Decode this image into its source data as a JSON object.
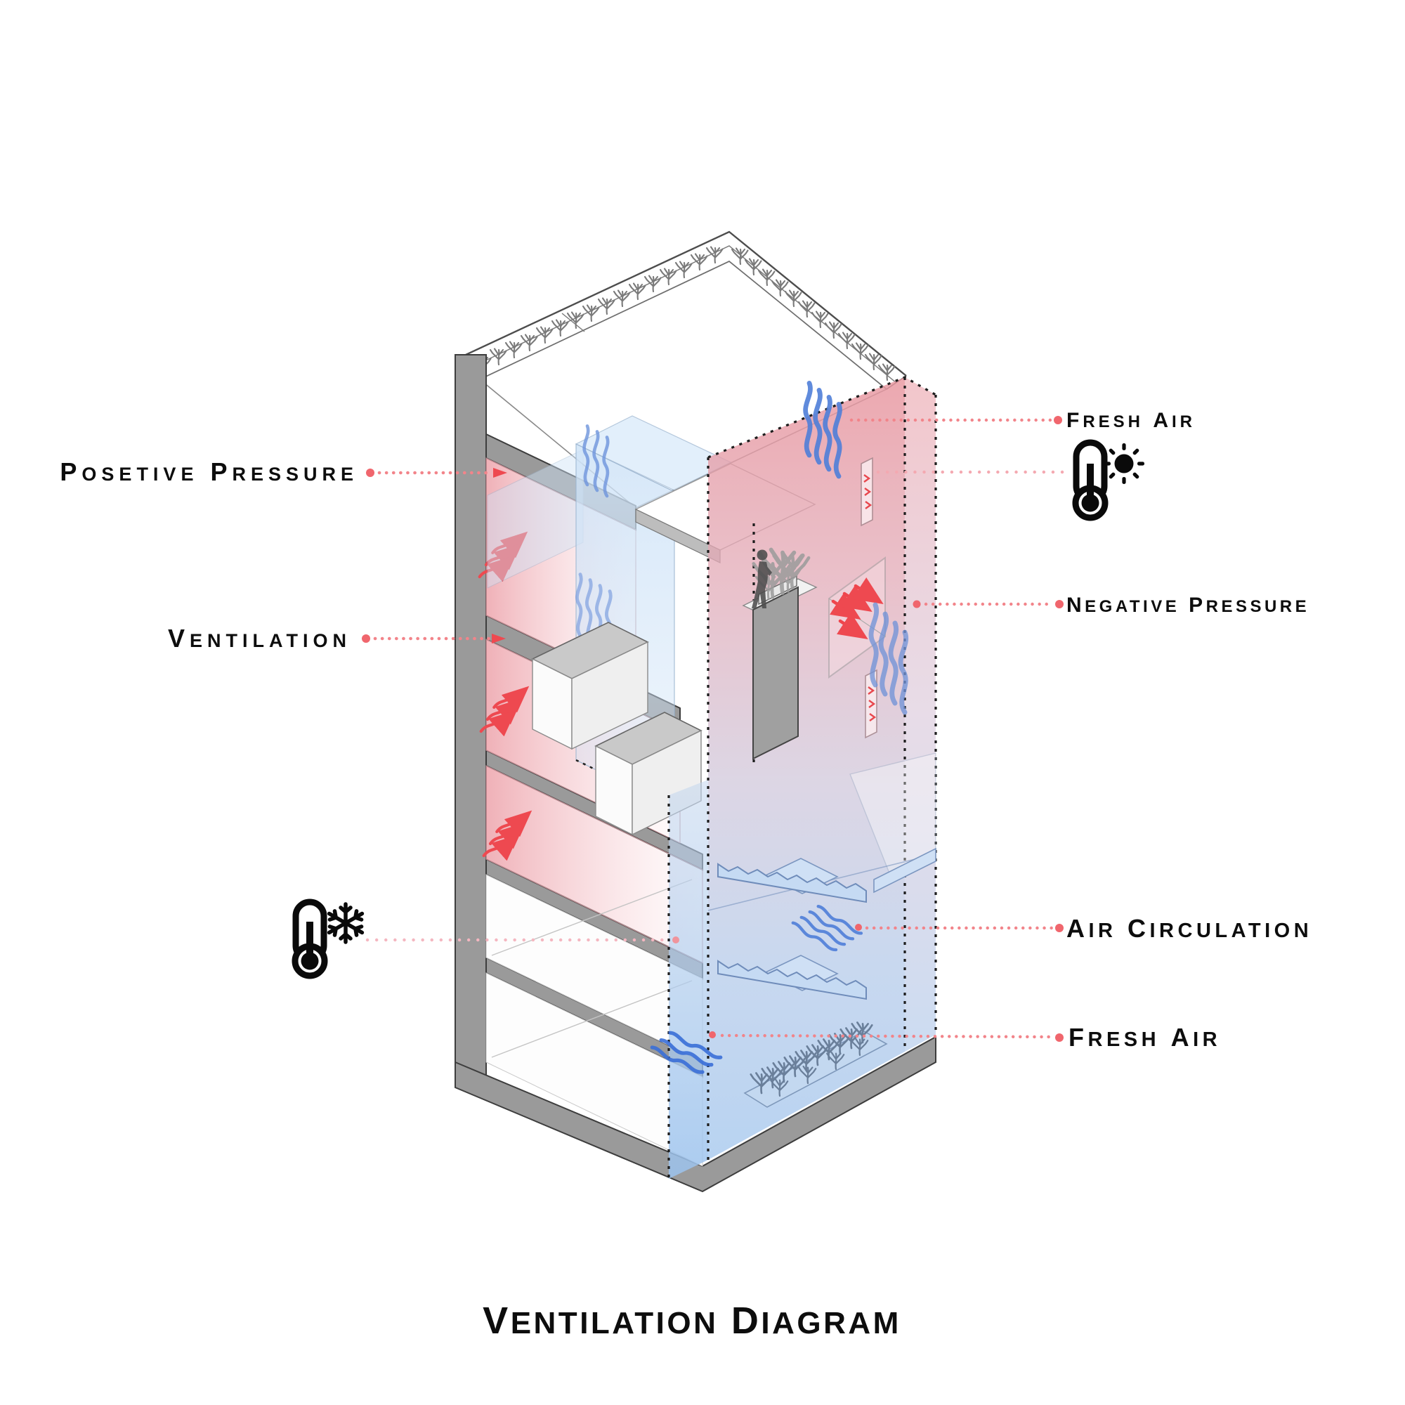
{
  "title": "Ventilation Diagram",
  "labels": {
    "positive_pressure": "Posetive Pressure",
    "ventilation": "Ventilation",
    "fresh_air_top": "Fresh Air",
    "negative_pressure": "Negative Pressure",
    "air_circulation": "Air Circulation",
    "fresh_air_bottom": "Fresh Air"
  },
  "icons": {
    "warm_indicator": "thermometer-sun-icon",
    "cold_indicator": "thermometer-snowflake-icon"
  },
  "annotations": [
    {
      "label_key": "positive_pressure",
      "side": "left",
      "connector": "dotted-arrow"
    },
    {
      "label_key": "ventilation",
      "side": "left",
      "connector": "dotted-arrow"
    },
    {
      "label_key": "fresh_air_top",
      "side": "right",
      "connector": "dotted"
    },
    {
      "label_key": "negative_pressure",
      "side": "right",
      "connector": "dotted"
    },
    {
      "label_key": "air_circulation",
      "side": "right",
      "connector": "dotted"
    },
    {
      "label_key": "fresh_air_bottom",
      "side": "right",
      "connector": "dotted"
    }
  ],
  "colors": {
    "leader_line": "#f2848a",
    "leader_line_light": "#f4b6c0",
    "warm_air": "#ee4950",
    "cool_air": "#4f7fd9",
    "warm_zone": "#f0a9b0",
    "cool_zone": "#aecff0",
    "structure_gray": "#9a9a9a",
    "text": "#0d0d0d"
  },
  "diagram_type": "building-section-axonometric"
}
